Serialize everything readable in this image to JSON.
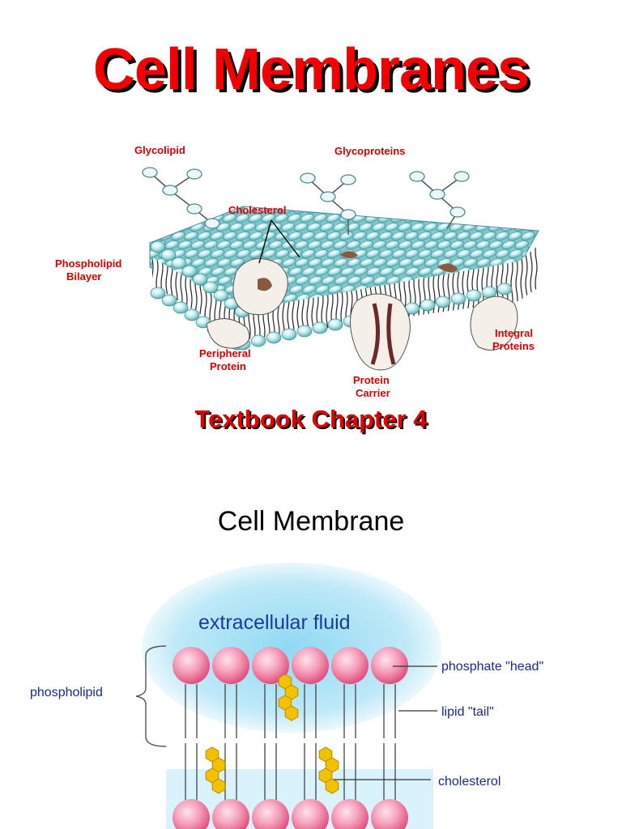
{
  "slide1": {
    "title": "Cell Membranes",
    "subtitle": "Textbook Chapter 4",
    "labels": {
      "glycolipid": "Glycolipid",
      "glycoproteins": "Glycoproteins",
      "cholesterol": "Cholesterol",
      "phospholipid_bilayer_1": "Phospholipid",
      "phospholipid_bilayer_2": "Bilayer",
      "integral_proteins_1": "Integral",
      "integral_proteins_2": "Proteins",
      "peripheral_protein_1": "Peripheral",
      "peripheral_protein_2": "Protein",
      "protein_carrier_1": "Protein",
      "protein_carrier_2": "Carrier"
    }
  },
  "slide2": {
    "title": "Cell Membrane",
    "labels": {
      "extracellular_fluid": "extracellular fluid",
      "phospholipid": "phospholipid",
      "phosphate_head": "phosphate \"head\"",
      "lipid_tail": "lipid \"tail\"",
      "cholesterol": "cholesterol"
    }
  },
  "colors": {
    "title_red": "#f20000",
    "label_red": "#d40000",
    "label_blue": "#1a2a8a",
    "head_pink": "#f06a96",
    "cholesterol_yellow": "#f2c200",
    "fluid_blue": "#8fd9f3",
    "bead_cyan": "#a9e2e6"
  }
}
